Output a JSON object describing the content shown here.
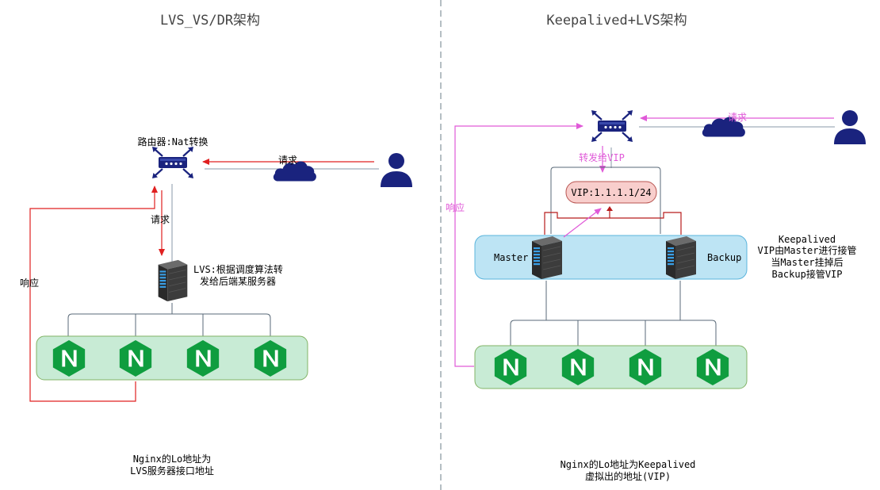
{
  "left": {
    "title": "LVS_VS/DR架构",
    "router_label": "路由器:Nat转换",
    "request_label_cloud": "请求",
    "request_label_down": "请求",
    "response_label": "响应",
    "lvs_label_line1": "LVS:根据调度算法转",
    "lvs_label_line2": "发给后端某服务器",
    "note_line1": "Nginx的Lo地址为",
    "note_line2": "LVS服务器接口地址",
    "nginx_nodes": [
      "N",
      "N",
      "N",
      "N"
    ]
  },
  "right": {
    "title": "Keepalived+LVS架构",
    "request_label": "请求",
    "forward_label": "转发给VIP",
    "response_label": "响应",
    "vip_label": "VIP:1.1.1.1/24",
    "master_label": "Master",
    "backup_label": "Backup",
    "keepalived_line1": "Keepalived",
    "keepalived_line2": "VIP由Master进行接管",
    "keepalived_line3": "当Master挂掉后",
    "keepalived_line4": "Backup接管VIP",
    "note_line1": "Nginx的Lo地址为Keepalived",
    "note_line2": "虚拟出的地址(VIP)",
    "nginx_nodes": [
      "N",
      "N",
      "N",
      "N"
    ]
  },
  "colors": {
    "navy": "#1a237e",
    "red": "#e02020",
    "pink": "#e05ad8",
    "dark_red": "#b71c1c",
    "nginx_green": "#0f9d3f",
    "pool_fill": "#c8ebd5",
    "pool_stroke": "#82b366",
    "keepalived_fill": "#bde4f4",
    "keepalived_stroke": "#5ab4dc",
    "vip_fill": "#f8cecc",
    "vip_stroke": "#b85450"
  }
}
